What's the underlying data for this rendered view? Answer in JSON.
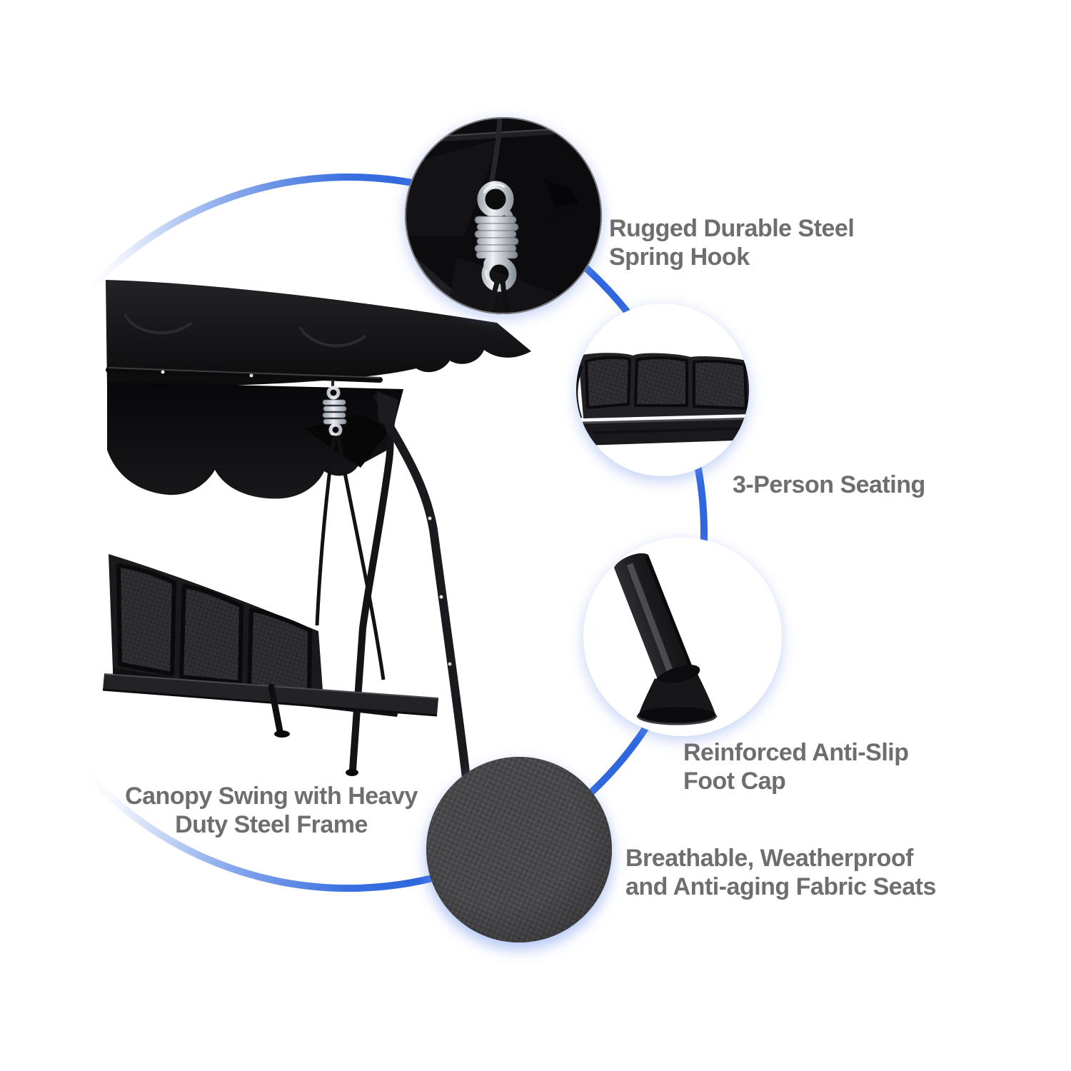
{
  "theme": {
    "background": "#ffffff",
    "accent_blue": "#2f68de",
    "label_gray": "#6e6e70",
    "product_black": "#0d0d0f",
    "fabric_gray": "#48484b",
    "steel_silver": "#c7cdd4"
  },
  "labels": {
    "spring_hook": {
      "line1": "Rugged Durable Steel",
      "line2": "Spring Hook"
    },
    "seating": {
      "line1": "3-Person Seating"
    },
    "foot_cap": {
      "line1": "Reinforced Anti-Slip",
      "line2": "Foot Cap"
    },
    "fabric": {
      "line1": "Breathable, Weatherproof",
      "line2": "and Anti-aging Fabric Seats"
    },
    "product": {
      "line1": "Canopy Swing with Heavy",
      "line2": "Duty Steel Frame"
    }
  }
}
